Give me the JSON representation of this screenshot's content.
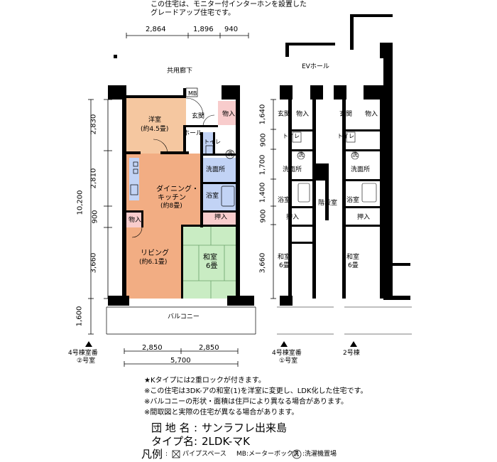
{
  "header_note": [
    "この住宅は、モニター付インターホンを設置した",
    "グレードアップ住宅です。"
  ],
  "top_dims": [
    "2,864",
    "1,896",
    "940"
  ],
  "corridor_label": "共用廊下",
  "ev_hall_label": "EVホール",
  "main_plan": {
    "mb": "MB",
    "western_room": [
      "洋室",
      "(約4.5畳)"
    ],
    "entrance": "玄関",
    "storage_entrance": "物入",
    "hall": "ホール",
    "toilet": "トイレ",
    "washer_mark": "洗",
    "washroom": "洗面所",
    "dining": [
      "ダイニング・",
      "キッチン",
      "(約8畳)"
    ],
    "bath": "浴室",
    "closet": "押入",
    "storage_small": "物入",
    "living": [
      "リビング",
      "(約6.1畳)"
    ],
    "japanese_room": [
      "和室",
      "6畳"
    ],
    "balcony": "バルコニー"
  },
  "left_dims": [
    "2,830",
    "2,810",
    "900",
    "3,660",
    "10,200",
    "1,600"
  ],
  "mid_dims": [
    "1,640",
    "900",
    "1,700",
    "1,400",
    "900",
    "3,660"
  ],
  "bottom_dims": [
    "2,850",
    "2,850",
    "5,700"
  ],
  "plan2": {
    "entrance": "玄関",
    "storage": "物入",
    "toilet": "トイレ",
    "washer_mark": "洗",
    "washroom": "洗面所",
    "bath": "浴室",
    "closet": "押入",
    "stairs": "階段室",
    "japanese": [
      "和室",
      "6畳"
    ]
  },
  "plan3": {
    "entrance": "玄関",
    "storage": "物入",
    "toilet": "トイレ",
    "washer_mark": "洗",
    "washroom": "洗面所",
    "bath": "浴室",
    "closet": "押入",
    "japanese": [
      "和室",
      "6畳"
    ]
  },
  "unit_labels": {
    "main": [
      "4号棟室番",
      "②号室"
    ],
    "plan2": [
      "4号棟室番",
      "①号室"
    ],
    "plan3": "2号棟"
  },
  "notes": [
    "★Kタイプには2重ロックが付きます。",
    "※この住宅は3DK-アの和室(1)を洋室に変更し、LDK化した住宅です。",
    "※バルコニーの形状・面積は住戸により異なる場合があります。",
    "※間取図と実際の住宅が異なる場合があります。"
  ],
  "info": {
    "complex_label": "団 地 名",
    "complex_value": "サンラフレ出来島",
    "type_label": "タイプ名",
    "type_value": "2LDK-マK"
  },
  "legend": {
    "title": "凡例",
    "pipe_space": "パイプスペース",
    "meter_box": "MB:メーターボックス",
    "washer_mark": "洗",
    "washer_place": ":洗濯機置場"
  },
  "colors": {
    "western": "#f5c7a0",
    "living": "#f2ad83",
    "tatami": "#c9ecc3",
    "wet": "#c2d3f5",
    "storage": "#f8cccc",
    "wall": "#000000"
  }
}
